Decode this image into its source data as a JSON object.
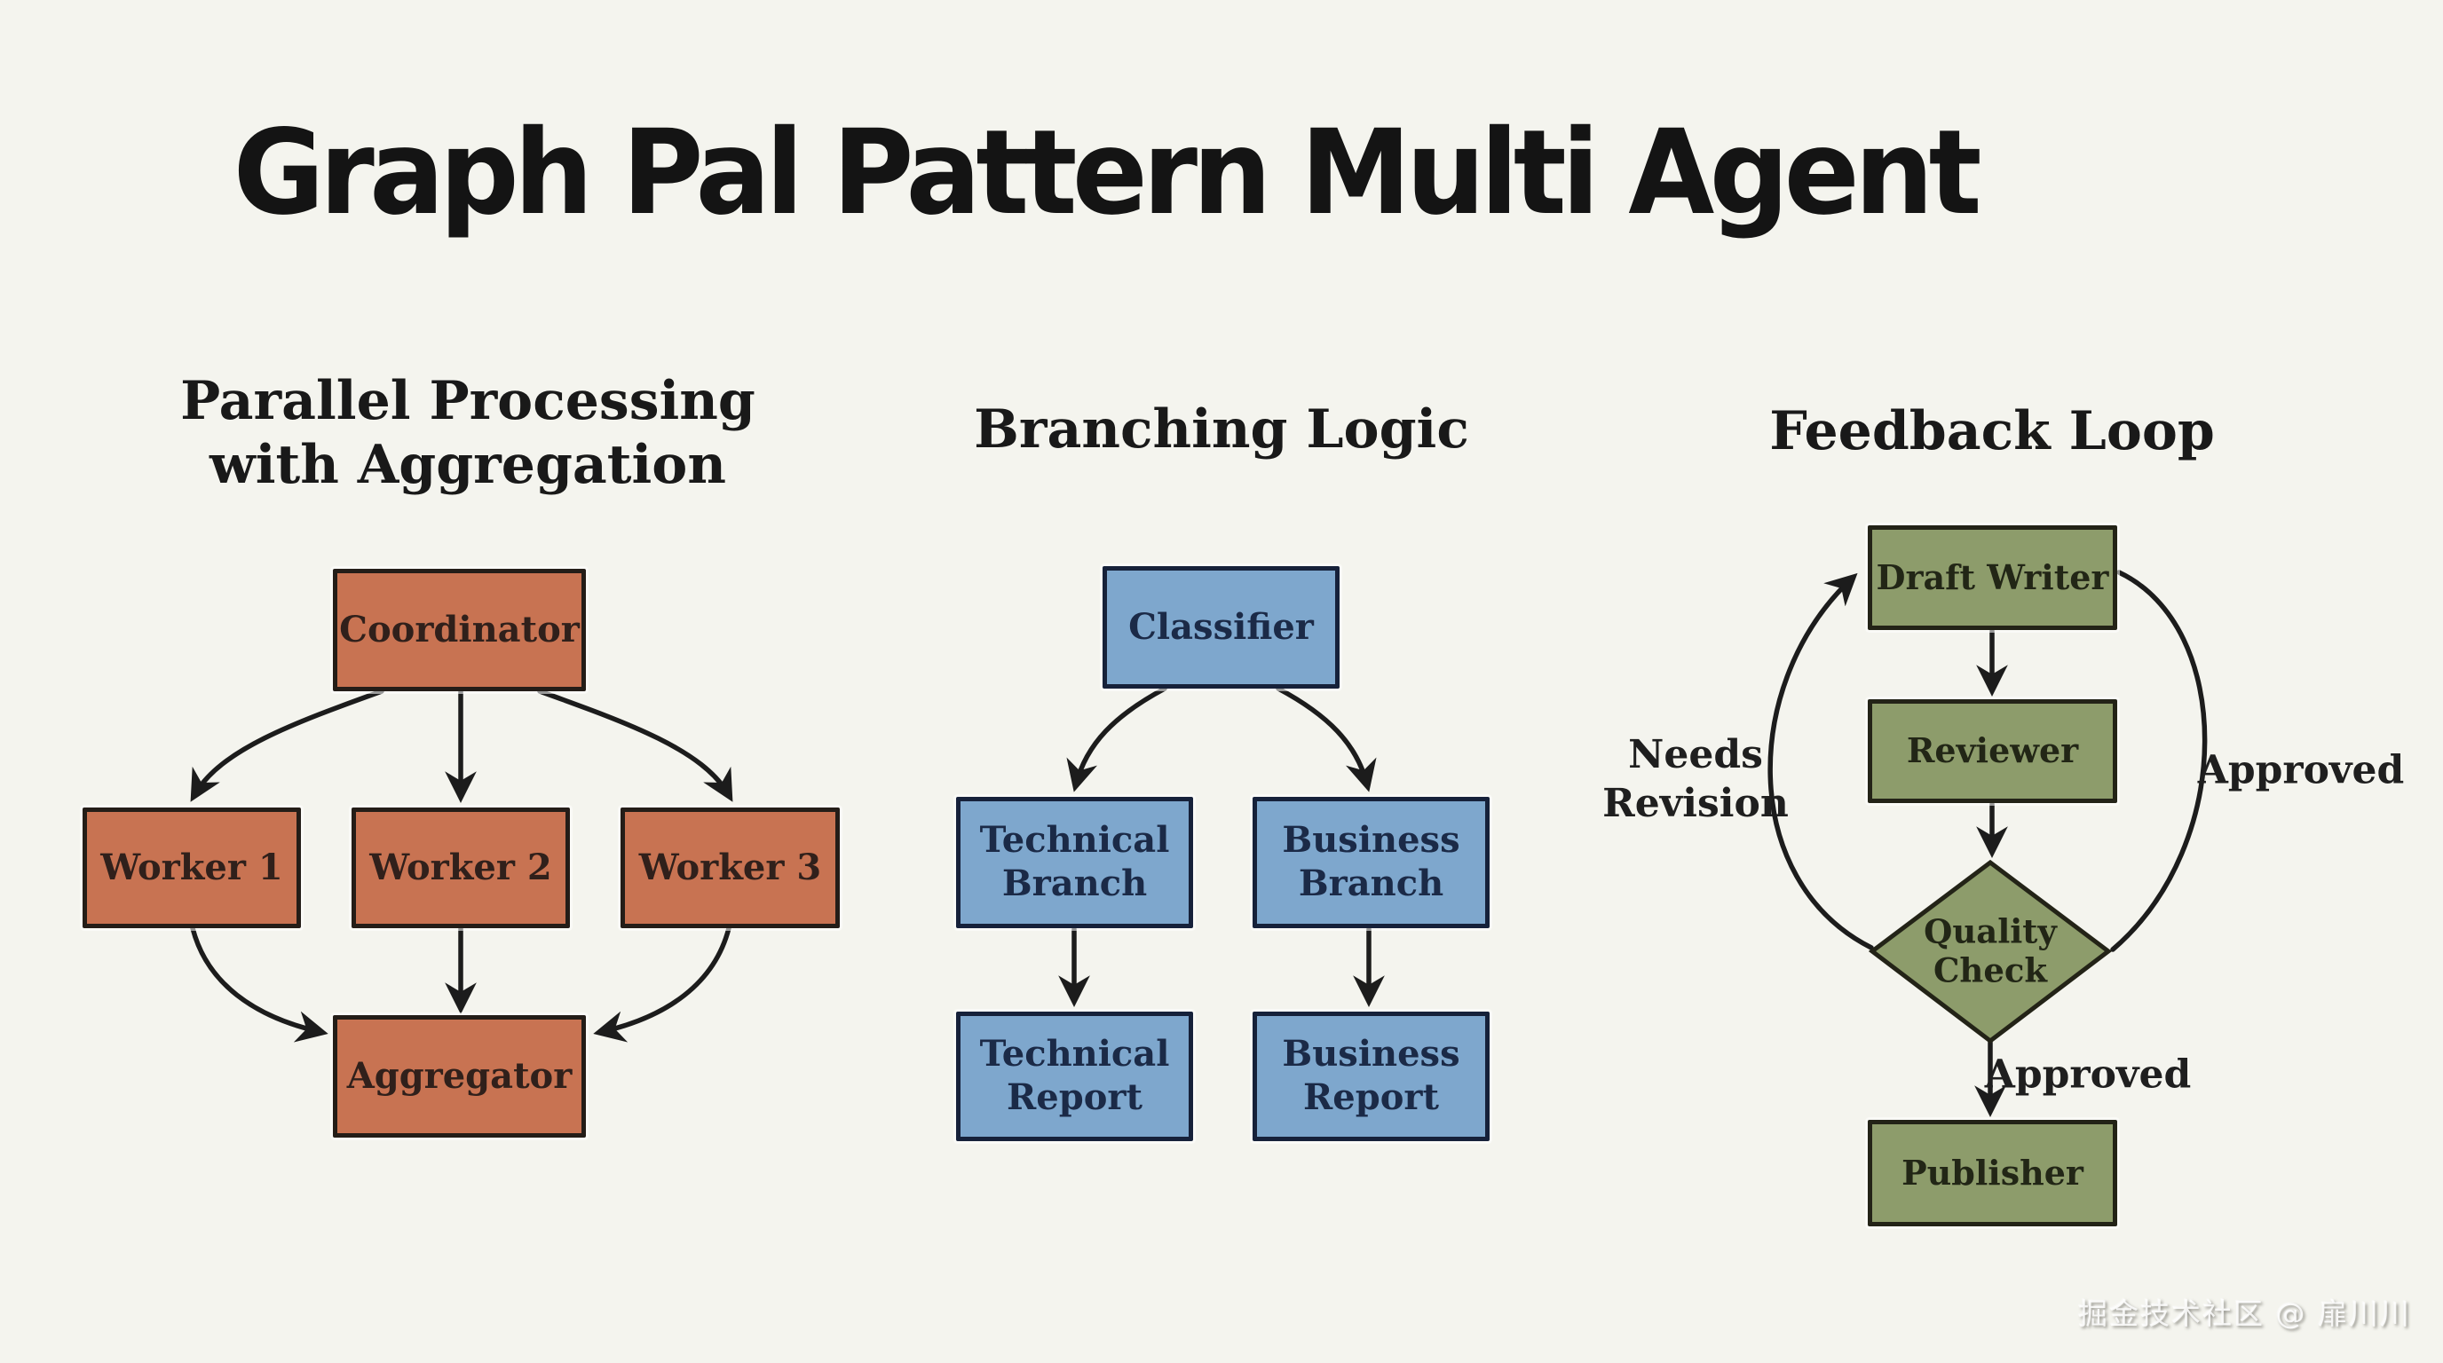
{
  "title": "Graph Pal Pattern Multi Agent",
  "watermark": "掘金技术社区 @ 扉川川",
  "colors": {
    "background": "#f4f4ee",
    "arrow": "#1c1c1c",
    "orange_fill": "#c87352",
    "orange_border": "#241d18",
    "orange_text": "#30201b",
    "blue_fill": "#7ea7cd",
    "blue_border": "#16213a",
    "blue_text": "#1b2a47",
    "green_fill": "#8d9c6b",
    "green_border": "#232317",
    "green_text": "#222616",
    "heading_color": "#191919",
    "title_color": "#141414"
  },
  "sections": {
    "parallel": {
      "heading": "Parallel Processing\nwith Aggregation",
      "nodes": {
        "coordinator": "Coordinator",
        "worker1": "Worker 1",
        "worker2": "Worker 2",
        "worker3": "Worker 3",
        "aggregator": "Aggregator"
      }
    },
    "branching": {
      "heading": "Branching Logic",
      "nodes": {
        "classifier": "Classifier",
        "technical_branch": "Technical\nBranch",
        "business_branch": "Business\nBranch",
        "technical_report": "Technical\nReport",
        "business_report": "Business\nReport"
      }
    },
    "feedback": {
      "heading": "Feedback Loop",
      "nodes": {
        "draft_writer": "Draft Writer",
        "reviewer": "Reviewer",
        "quality_check": "Quality\nCheck",
        "publisher": "Publisher"
      },
      "edge_labels": {
        "needs_revision": "Needs\nRevision",
        "approved_loop": "Approved",
        "approved_to_publisher": "Approved"
      }
    }
  }
}
